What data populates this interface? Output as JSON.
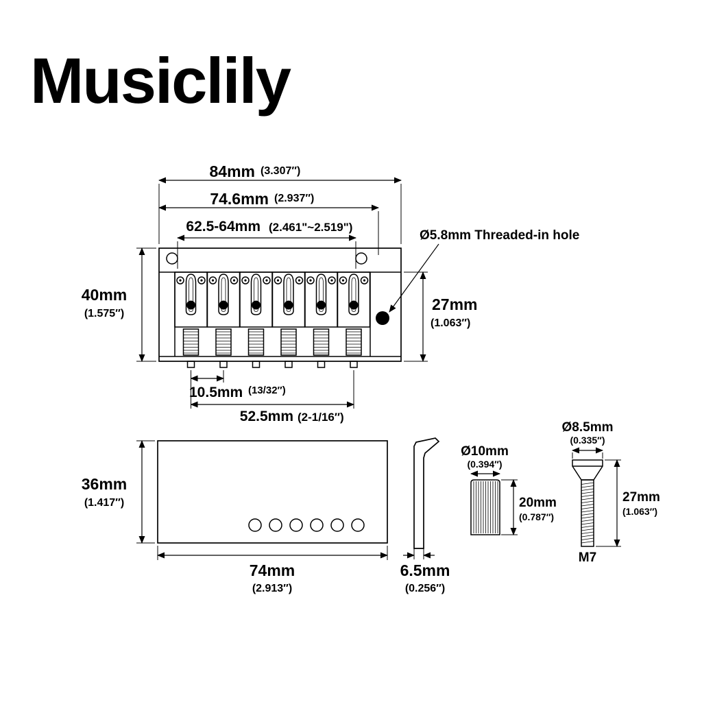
{
  "brand": "Musiclily",
  "annotation": "Ø5.8mm Threaded-in hole",
  "dims": {
    "top_width": {
      "mm": "84mm",
      "inch": "(3.307″)"
    },
    "mid_width": {
      "mm": "74.6mm",
      "inch": "(2.937″)"
    },
    "spacing_range": {
      "mm": "62.5-64mm",
      "inch": "(2.461\"~2.519\")"
    },
    "height_left": {
      "mm": "40mm",
      "inch": "(1.575″)"
    },
    "height_right": {
      "mm": "27mm",
      "inch": "(1.063″)"
    },
    "string_spacing": {
      "mm": "10.5mm",
      "inch": "(13/32″)"
    },
    "string_span": {
      "mm": "52.5mm",
      "inch": "(2-1/16″)"
    },
    "block_height": {
      "mm": "36mm",
      "inch": "(1.417″)"
    },
    "block_width": {
      "mm": "74mm",
      "inch": "(2.913″)"
    },
    "plate_thickness": {
      "mm": "6.5mm",
      "inch": "(0.256″)"
    },
    "insert_diameter": {
      "mm": "Ø10mm",
      "inch": "(0.394″)"
    },
    "insert_length": {
      "mm": "20mm",
      "inch": "(0.787″)"
    },
    "stud_diameter": {
      "mm": "Ø8.5mm",
      "inch": "(0.335″)"
    },
    "stud_length": {
      "mm": "27mm",
      "inch": "(1.063″)"
    },
    "stud_thread": "M7"
  }
}
